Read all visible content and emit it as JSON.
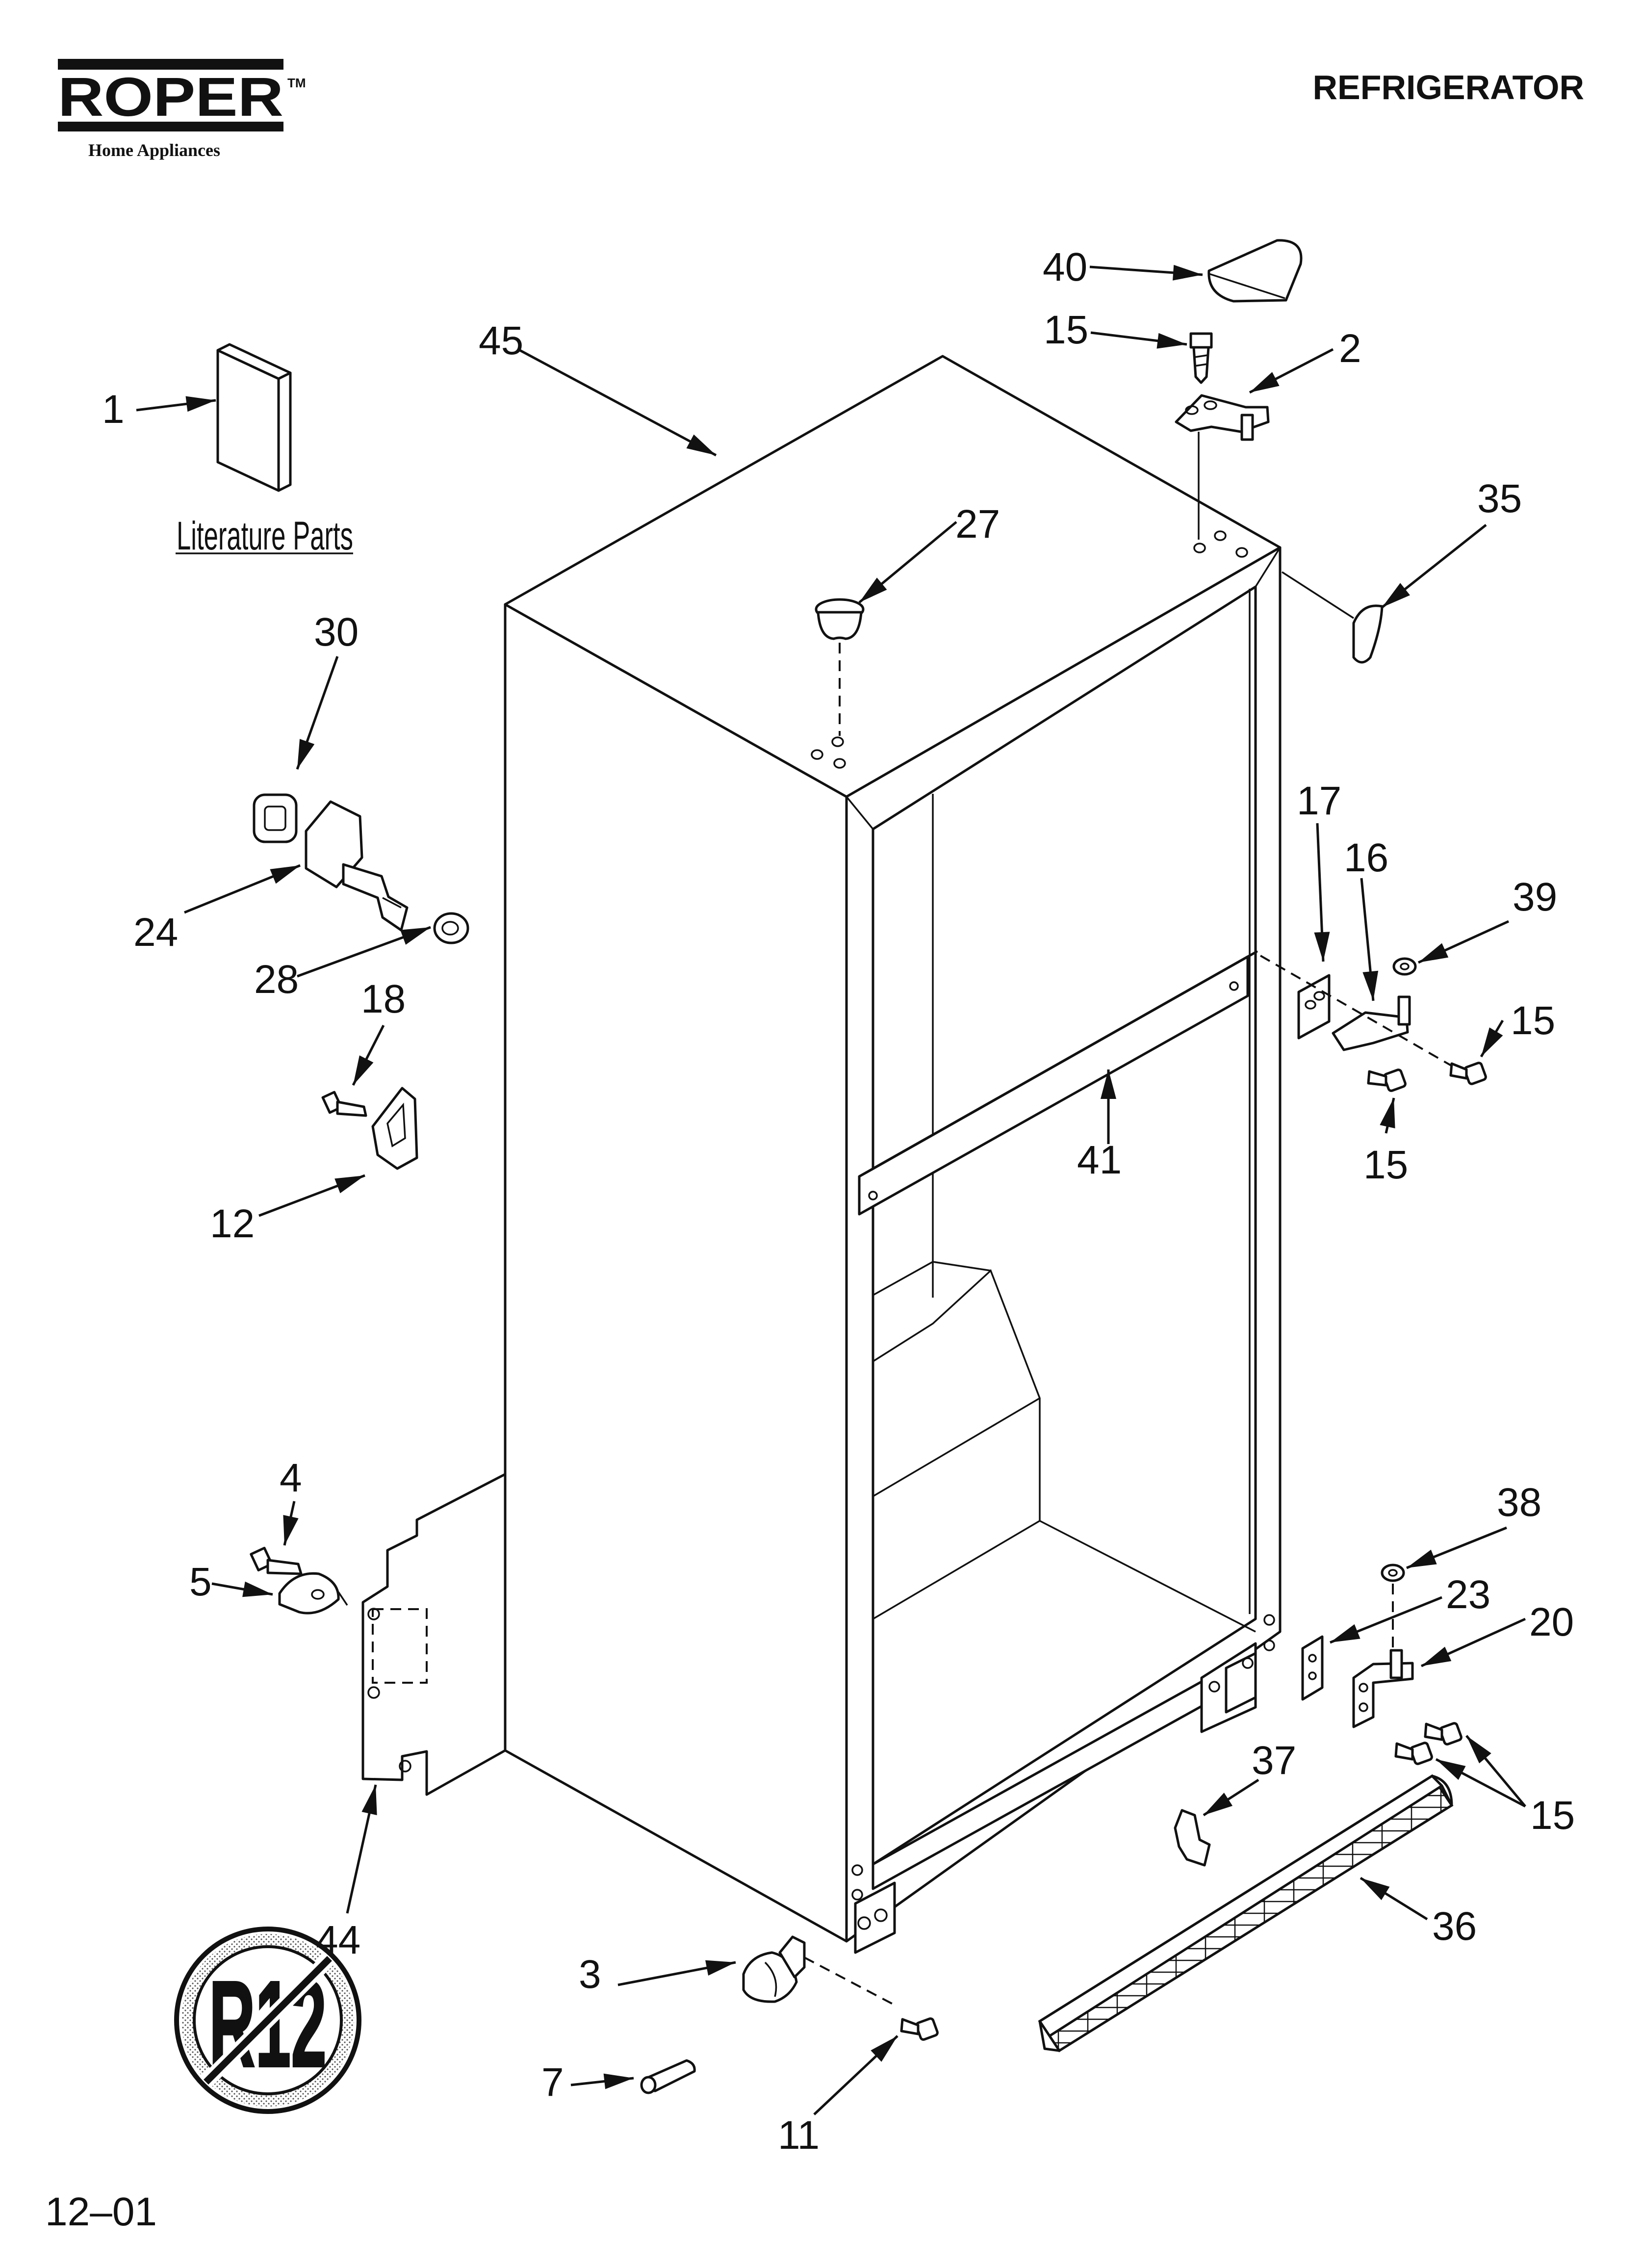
{
  "brand": {
    "logo_text": "ROPER",
    "trademark": "TM",
    "tagline": "Home Appliances"
  },
  "header": {
    "title": "REFRIGERATOR"
  },
  "literature": {
    "label": "Literature Parts"
  },
  "callouts": [
    {
      "id": "c1",
      "label": "1"
    },
    {
      "id": "c2",
      "label": "2"
    },
    {
      "id": "c3",
      "label": "3"
    },
    {
      "id": "c4",
      "label": "4"
    },
    {
      "id": "c5",
      "label": "5"
    },
    {
      "id": "c7",
      "label": "7"
    },
    {
      "id": "c11",
      "label": "11"
    },
    {
      "id": "c12",
      "label": "12"
    },
    {
      "id": "c15a",
      "label": "15"
    },
    {
      "id": "c15b",
      "label": "15"
    },
    {
      "id": "c15c",
      "label": "15"
    },
    {
      "id": "c15d",
      "label": "15"
    },
    {
      "id": "c16",
      "label": "16"
    },
    {
      "id": "c17",
      "label": "17"
    },
    {
      "id": "c18",
      "label": "18"
    },
    {
      "id": "c20",
      "label": "20"
    },
    {
      "id": "c23",
      "label": "23"
    },
    {
      "id": "c24",
      "label": "24"
    },
    {
      "id": "c27",
      "label": "27"
    },
    {
      "id": "c28",
      "label": "28"
    },
    {
      "id": "c30",
      "label": "30"
    },
    {
      "id": "c35",
      "label": "35"
    },
    {
      "id": "c36",
      "label": "36"
    },
    {
      "id": "c37",
      "label": "37"
    },
    {
      "id": "c38",
      "label": "38"
    },
    {
      "id": "c39",
      "label": "39"
    },
    {
      "id": "c40",
      "label": "40"
    },
    {
      "id": "c41",
      "label": "41"
    },
    {
      "id": "c44",
      "label": "44"
    },
    {
      "id": "c45",
      "label": "45"
    }
  ],
  "no_r12": {
    "text": "R12"
  },
  "footer": {
    "date_code": "12–01"
  }
}
